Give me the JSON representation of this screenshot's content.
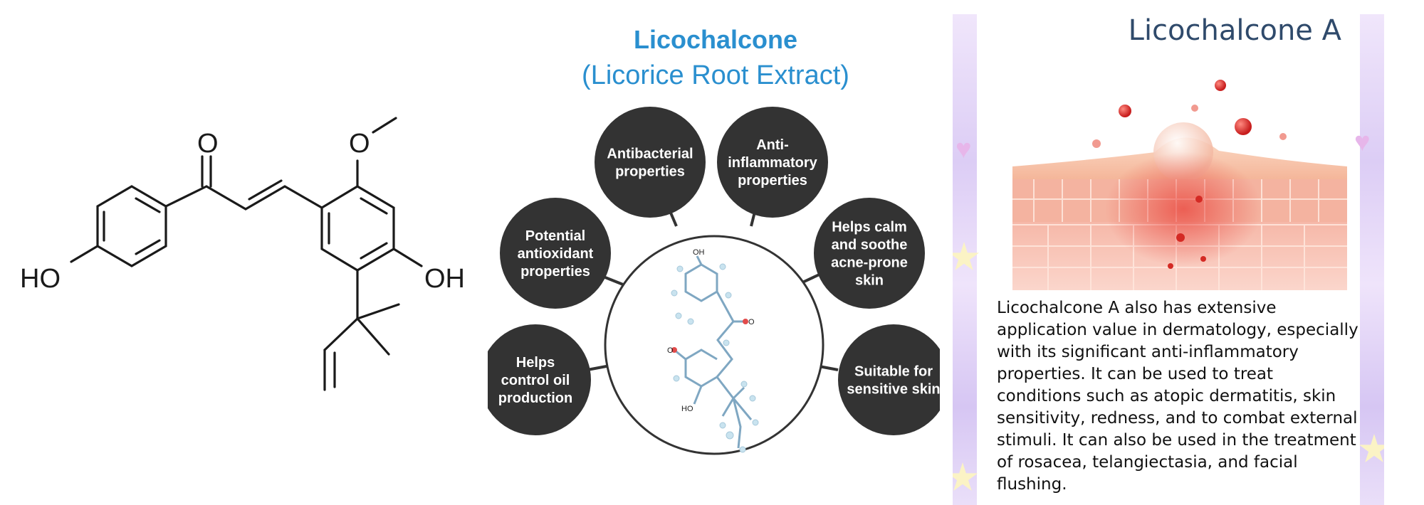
{
  "structure": {
    "atoms": {
      "carbonyl_o": "O",
      "methoxy_o": "O",
      "left_oh": "HO",
      "right_oh": "OH"
    }
  },
  "benefits": {
    "title": "Licochalcone",
    "subtitle": "(Licorice Root Extract)",
    "center_molecule_labels": {
      "top": "OH",
      "bottom": "HO",
      "ketone": "O",
      "ether": "O"
    },
    "items": [
      {
        "label": "Antibacterial\nproperties"
      },
      {
        "label": "Anti-\ninflammatory\nproperties"
      },
      {
        "label": "Potential\nantioxidant\nproperties"
      },
      {
        "label": "Helps calm\nand soothe\nacne-prone\nskin"
      },
      {
        "label": "Helps\ncontrol oil\nproduction"
      },
      {
        "label": "Suitable for\nsensitive skin"
      }
    ],
    "colors": {
      "title": "#2a8fcf",
      "bubble": "#333333",
      "bubble_text": "#ffffff"
    }
  },
  "slide": {
    "title": "Licochalcone A",
    "body": "Licochalcone A also has extensive application value in dermatology, especially with its significant anti-inflammatory properties. It can be used to treat conditions such as atopic dermatitis, skin sensitivity, redness, and to combat external stimuli. It can also be used in the treatment of rosacea, telangiectasia, and facial flushing.",
    "colors": {
      "title": "#2f4a6b",
      "skin": "#f3b79e",
      "inflammation": "#e8362f"
    }
  }
}
